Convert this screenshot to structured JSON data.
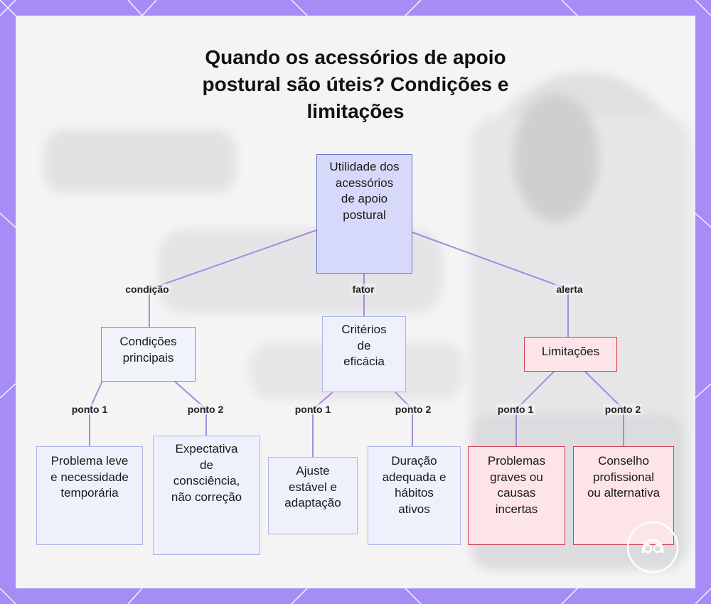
{
  "title": "Quando os acessórios de apoio postural são úteis? Condições e limitações",
  "colors": {
    "frame": "#a68cf5",
    "card": "#f4f4f5",
    "edge": "#a48bdc",
    "root_fill": "#d6d9f9",
    "blue_border": "#7f87d2",
    "red_fill": "#fde4e8",
    "red_border": "#d23b4f"
  },
  "nodes": {
    "root": "Utilidade dos acessórios de apoio postural",
    "conditions": "Condições principais",
    "criteria": "Critérios de eficácia",
    "limitations": "Limitações",
    "cond_p1": "Problema leve e necessidade temporária",
    "cond_p2": "Expectativa de consciência, não correção",
    "crit_p1": "Ajuste estável e adaptação",
    "crit_p2": "Duração adequada e hábitos ativos",
    "lim_p1": "Problemas graves ou causas incertas",
    "lim_p2": "Conselho profissional ou alternativa"
  },
  "edge_labels": {
    "condition": "condição",
    "factor": "fator",
    "alert": "alerta",
    "point1": "ponto 1",
    "point2": "ponto 2"
  },
  "icons": {
    "watermark": "logo-watermark-icon"
  }
}
